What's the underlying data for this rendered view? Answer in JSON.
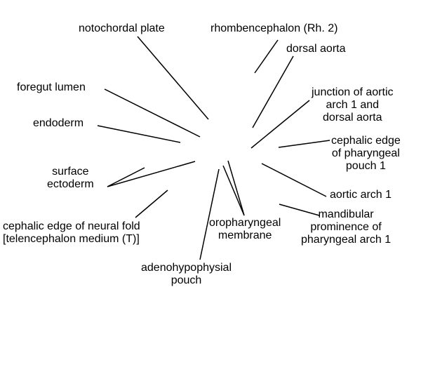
{
  "labels": {
    "notochordal_plate": "notochordal plate",
    "rhombencephalon": "rhombencephalon (Rh. 2)",
    "dorsal_aorta": "dorsal aorta",
    "foregut_lumen": "foregut lumen",
    "junction_aortic_arch": "junction of aortic\narch 1 and\ndorsal aorta",
    "endoderm": "endoderm",
    "cephalic_edge_pharyngeal_pouch": "cephalic edge\nof pharyngeal\npouch 1",
    "surface_ectoderm": "surface\nectoderm",
    "aortic_arch_1": "aortic arch 1",
    "mandibular_prominence": "mandibular\nprominence of\npharyngeal arch 1",
    "oropharyngeal_membrane": "oropharyngeal\nmembrane",
    "cephalic_edge_neural_fold": "cephalic edge of neural fold\n[telencephalon medium (T)]",
    "adenohypophysial_pouch": "adenohypophysial\npouch"
  },
  "colors": {
    "background": "#ffffff",
    "text": "#000000",
    "leader_line": "#000000"
  }
}
